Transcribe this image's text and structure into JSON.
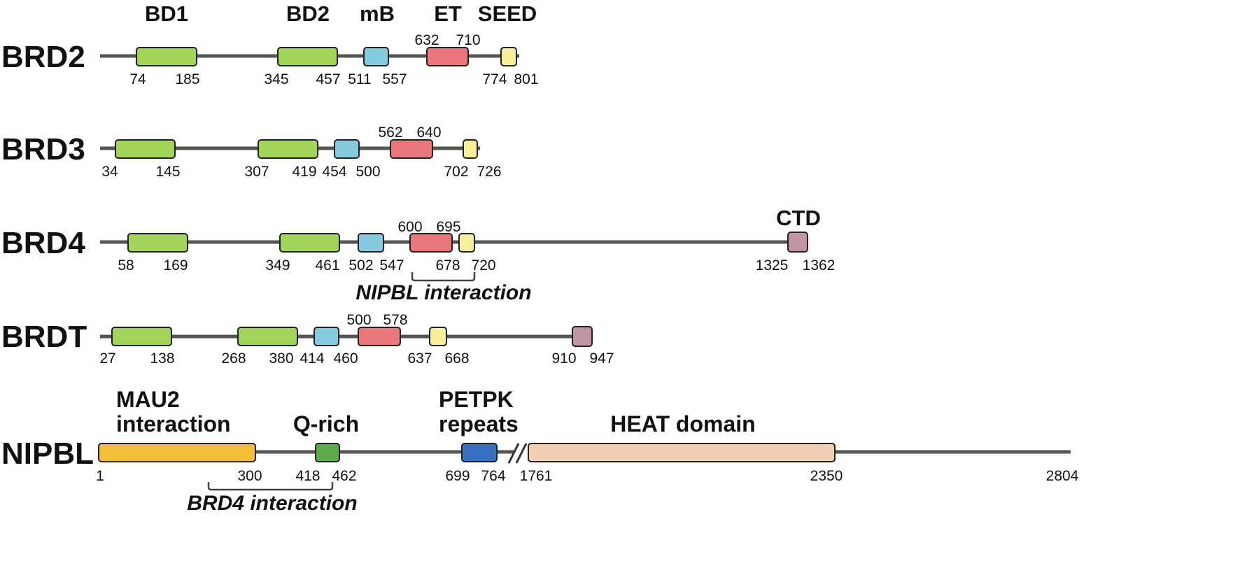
{
  "headers": {
    "bd1": "BD1",
    "bd2": "BD2",
    "mb": "mB",
    "et": "ET",
    "seed": "SEED"
  },
  "colors": {
    "bd": "#a3d45a",
    "mb": "#85cbe0",
    "et": "#e9767b",
    "seed": "#f7f09a",
    "ctd": "#c194a6",
    "mau2": "#f2c038",
    "qrich": "#5ea84e",
    "petpk": "#3a6fc4",
    "heat": "#f1cfb2",
    "backbone": "#555555"
  },
  "proteins": {
    "brd2": {
      "name": "BRD2",
      "bd1": [
        "74",
        "185"
      ],
      "bd2": [
        "345",
        "457"
      ],
      "mb": [
        "511",
        "557"
      ],
      "et": [
        "632",
        "710"
      ],
      "seed": [
        "774",
        "801"
      ]
    },
    "brd3": {
      "name": "BRD3",
      "bd1": [
        "34",
        "145"
      ],
      "bd2": [
        "307",
        "419"
      ],
      "mb": [
        "454",
        "500"
      ],
      "et": [
        "562",
        "640"
      ],
      "seed": [
        "702",
        "726"
      ]
    },
    "brd4": {
      "name": "BRD4",
      "bd1": [
        "58",
        "169"
      ],
      "bd2": [
        "349",
        "461"
      ],
      "mb": [
        "502",
        "547"
      ],
      "et": [
        "600",
        "695"
      ],
      "seed": [
        "678",
        "720"
      ],
      "ctd_label": "CTD",
      "ctd": [
        "1325",
        "1362"
      ],
      "interaction_label": "NIPBL interaction"
    },
    "brdt": {
      "name": "BRDT",
      "bd1": [
        "27",
        "138"
      ],
      "bd2": [
        "268",
        "380"
      ],
      "mb": [
        "414",
        "460"
      ],
      "et": [
        "500",
        "578"
      ],
      "seed": [
        "637",
        "668"
      ],
      "ctd": [
        "910",
        "947"
      ]
    },
    "nipbl": {
      "name": "NIPBL",
      "mau2_label_1": "MAU2",
      "mau2_label_2": "interaction",
      "qrich_label": "Q-rich",
      "petpk_label_1": "PETPK",
      "petpk_label_2": "repeats",
      "heat_label": "HEAT domain",
      "positions": [
        "1",
        "300",
        "418",
        "462",
        "699",
        "764",
        "1761",
        "2350",
        "2804"
      ],
      "interaction_label": "BRD4 interaction"
    }
  }
}
